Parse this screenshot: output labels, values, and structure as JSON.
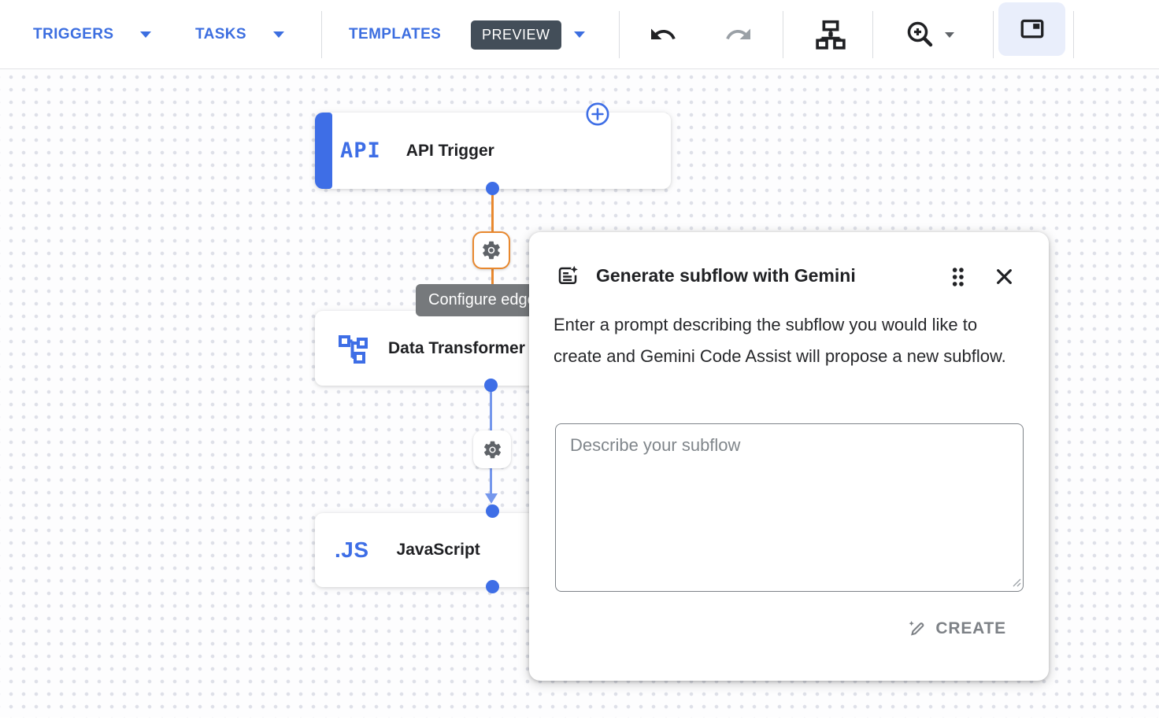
{
  "toolbar": {
    "triggers_label": "TRIGGERS",
    "tasks_label": "TASKS",
    "templates_label": "TEMPLATES",
    "preview_badge": "PREVIEW",
    "icons": [
      "undo-icon",
      "redo-icon",
      "sitemap-icon",
      "zoom-in-icon",
      "panel-toggle-icon"
    ]
  },
  "canvas": {
    "edge_tooltip": "Configure edge",
    "nodes": [
      {
        "icon": "api-trigger-icon",
        "icon_text": "API",
        "label": "API Trigger"
      },
      {
        "icon": "data-transformer-icon",
        "label": "Data Transformer"
      },
      {
        "icon": "javascript-icon",
        "icon_text": ".JS",
        "label": "JavaScript"
      }
    ]
  },
  "dialog": {
    "icon": "generate-subflow-icon",
    "title": "Generate subflow with Gemini",
    "description": "Enter a prompt describing the subflow you would like to create and Gemini Code Assist will propose a new subflow.",
    "prompt_placeholder": "Describe your subflow",
    "create_label": "CREATE"
  },
  "colors": {
    "accent_blue": "#3e6ee6",
    "toolbar_blue": "#3c6ee0",
    "edge_selected_orange": "#e8882e",
    "edge_blue": "#7597ec",
    "preview_badge_bg": "#434e59",
    "tooltip_bg": "#76797c",
    "disabled_gray": "#80868b"
  }
}
